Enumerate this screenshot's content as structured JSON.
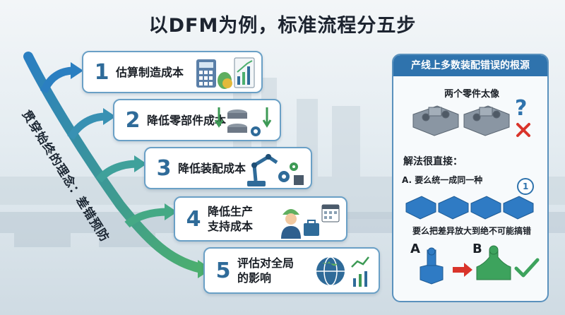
{
  "title": "以DFM为例，标准流程分五步",
  "vertical_label": "贯穿始终的理念：差错预防",
  "steps": [
    {
      "num": "1",
      "label": "估算制造成本"
    },
    {
      "num": "2",
      "label": "降低零部件成本"
    },
    {
      "num": "3",
      "label": "降低装配成本"
    },
    {
      "num": "4",
      "label": "降低生产\n支持成本"
    },
    {
      "num": "5",
      "label": "评估对全局\n的影响"
    }
  ],
  "panel": {
    "header": "产线上多数装配错误的根源",
    "parts_similar": "两个零件太像",
    "solution": "解法很直接：",
    "option_a": "A. 要么统一成同一种",
    "option_b": "要么把差异放大到绝不可能搞错",
    "badge_one": "1",
    "question_mark": "?",
    "label_a": "A",
    "label_b": "B"
  },
  "colors": {
    "accent_blue": "#2f6b99",
    "arrow_green": "#4caf6e",
    "header_blue": "#2f73ad",
    "error_red": "#d9342b",
    "check_green": "#3da35d"
  }
}
